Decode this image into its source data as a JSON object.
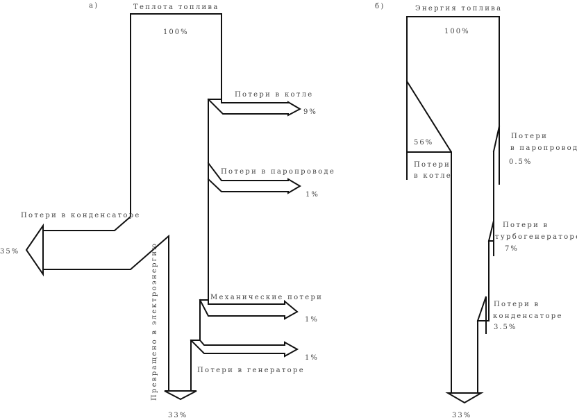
{
  "diagram_a": {
    "panel_label": "а)",
    "title": "Теплота топлива",
    "input_percent": "100%",
    "boiler_loss_label": "Потери в котле",
    "boiler_loss_percent": "9%",
    "pipeline_loss_label": "Потери в паропроводе",
    "pipeline_loss_percent": "1%",
    "condenser_loss_label": "Потери в конденсаторе",
    "condenser_loss_percent": "35%",
    "mechanical_loss_label": "Механические потери",
    "mechanical_loss_percent": "1%",
    "generator_loss_label": "Потери в генераторе",
    "generator_loss_percent": "1%",
    "converted_label": "Превращено в электроэнергию",
    "output_percent": "33%"
  },
  "diagram_b": {
    "panel_label": "б)",
    "title": "Энергия топлива",
    "input_percent": "100%",
    "boiler_loss_percent": "56%",
    "boiler_loss_label_line1": "Потери",
    "boiler_loss_label_line2": "в котле",
    "pipeline_loss_label_line1": "Потери",
    "pipeline_loss_label_line2": "в паропроводе",
    "pipeline_loss_percent": "0.5%",
    "turbogen_loss_label_line1": "Потери в",
    "turbogen_loss_label_line2": "турбогенераторе",
    "turbogen_loss_percent": "7%",
    "condenser_loss_label_line1": "Потери в",
    "condenser_loss_label_line2": "конденсаторе",
    "condenser_loss_percent": "3.5%",
    "output_percent": "33%"
  }
}
